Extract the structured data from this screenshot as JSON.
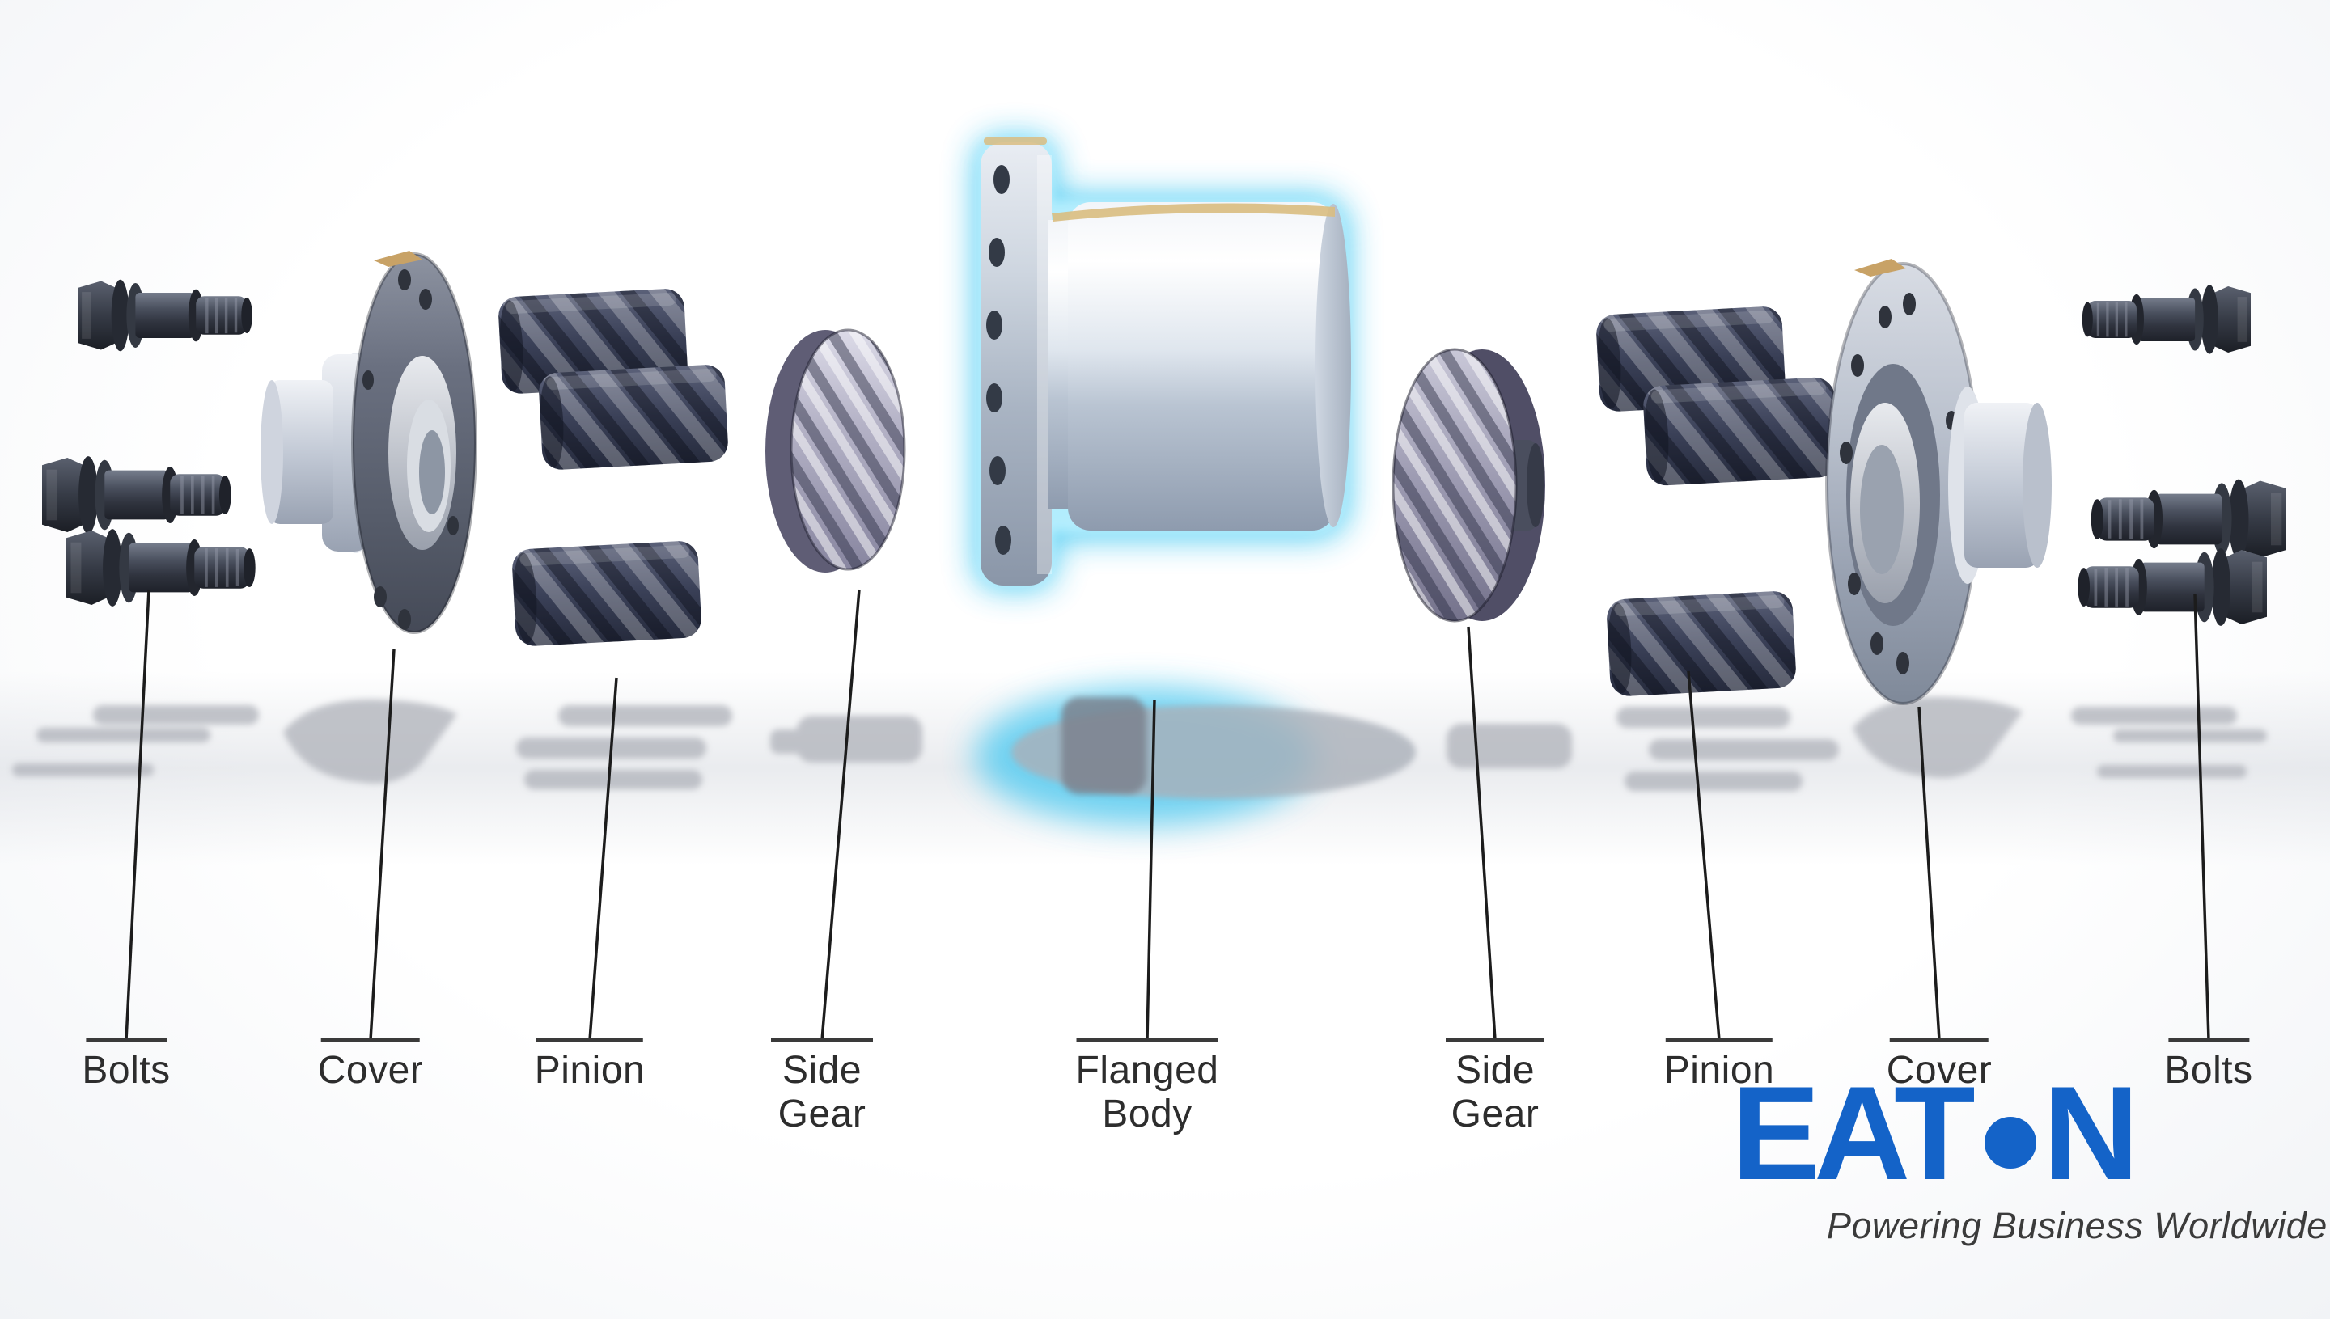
{
  "diagram": {
    "description": "Exploded view of a differential assembly",
    "highlighted_part": "Flanged Body",
    "labels": [
      {
        "id": "bolts-left",
        "text": "Bolts"
      },
      {
        "id": "cover-left",
        "text": "Cover"
      },
      {
        "id": "pinion-left",
        "text": "Pinion"
      },
      {
        "id": "side-gear-left",
        "text": "Side\nGear"
      },
      {
        "id": "flanged-body",
        "text": "Flanged\nBody"
      },
      {
        "id": "side-gear-right",
        "text": "Side\nGear"
      },
      {
        "id": "pinion-right",
        "text": "Pinion"
      },
      {
        "id": "cover-right",
        "text": "Cover"
      },
      {
        "id": "bolts-right",
        "text": "Bolts"
      }
    ]
  },
  "logo": {
    "brand": "EATON",
    "wordmark_left": "EAT",
    "wordmark_right": "N",
    "tagline": "Powering Business Worldwide"
  },
  "colors": {
    "eaton_blue": "#1463c8",
    "glow_cyan": "#45c8f1",
    "glow_inner": "#bdf1ff",
    "label_text": "#2d2d2d",
    "leader_line": "#1c1c1c",
    "shadow_gray": "#b3b6bd"
  }
}
